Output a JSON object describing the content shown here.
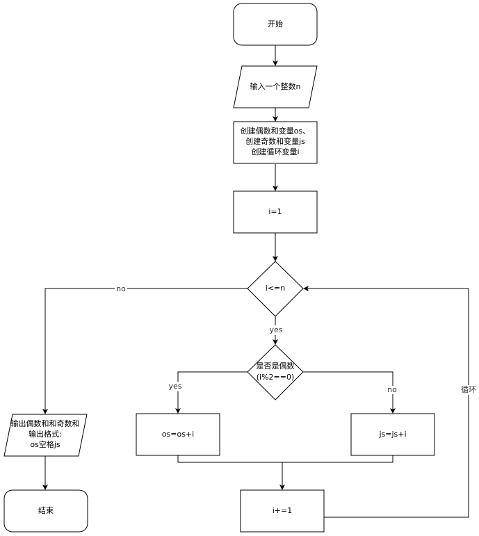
{
  "diagram": {
    "type": "flowchart",
    "nodes": {
      "start": {
        "shape": "rounded-rect",
        "lines": [
          "开始"
        ]
      },
      "input_n": {
        "shape": "parallelogram",
        "lines": [
          "输入一个整数n"
        ]
      },
      "init_vars": {
        "shape": "rect",
        "lines": [
          "创建偶数和变量os、",
          "创建奇数和变量js",
          "创建循环变量i"
        ]
      },
      "init_i": {
        "shape": "rect",
        "lines": [
          "i=1"
        ]
      },
      "cond_loop": {
        "shape": "diamond",
        "lines": [
          "i<=n"
        ]
      },
      "cond_even": {
        "shape": "diamond",
        "lines": [
          "是否是偶数",
          "(i%2==0)"
        ]
      },
      "add_even": {
        "shape": "rect",
        "lines": [
          "os=os+i"
        ]
      },
      "add_odd": {
        "shape": "rect",
        "lines": [
          "js=js+i"
        ]
      },
      "increment": {
        "shape": "rect",
        "lines": [
          "i+=1"
        ]
      },
      "output": {
        "shape": "parallelogram",
        "lines": [
          "输出偶数和和奇数和",
          "输出格式:",
          "os空格js"
        ]
      },
      "end": {
        "shape": "rounded-rect",
        "lines": [
          "结束"
        ]
      }
    },
    "edges": [
      {
        "from": "start",
        "to": "input_n",
        "label": ""
      },
      {
        "from": "input_n",
        "to": "init_vars",
        "label": ""
      },
      {
        "from": "init_vars",
        "to": "init_i",
        "label": ""
      },
      {
        "from": "init_i",
        "to": "cond_loop",
        "label": ""
      },
      {
        "from": "cond_loop",
        "to": "cond_even",
        "label": "yes"
      },
      {
        "from": "cond_loop",
        "to": "output",
        "label": "no"
      },
      {
        "from": "cond_even",
        "to": "add_even",
        "label": "yes"
      },
      {
        "from": "cond_even",
        "to": "add_odd",
        "label": "no"
      },
      {
        "from": "add_even",
        "to": "increment",
        "label": ""
      },
      {
        "from": "add_odd",
        "to": "increment",
        "label": ""
      },
      {
        "from": "increment",
        "to": "cond_loop",
        "label": "循环"
      },
      {
        "from": "output",
        "to": "end",
        "label": ""
      }
    ]
  }
}
